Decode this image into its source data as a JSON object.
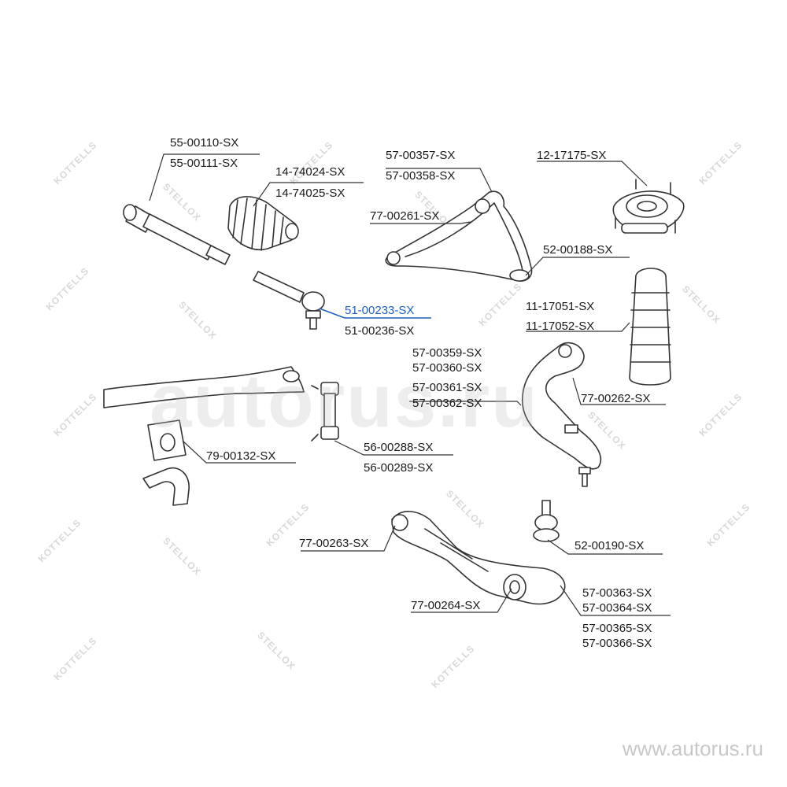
{
  "diagram": {
    "highlight_color": "#1f5fbf",
    "parts": [
      {
        "id": "inner-tie-rod",
        "codes": [
          "55-00110-SX",
          "55-00111-SX"
        ]
      },
      {
        "id": "steering-boot",
        "codes": [
          "14-74024-SX",
          "14-74025-SX"
        ]
      },
      {
        "id": "upper-arm",
        "codes": [
          "57-00357-SX",
          "57-00358-SX"
        ]
      },
      {
        "id": "upper-arm-bushing",
        "codes": [
          "77-00261-SX"
        ]
      },
      {
        "id": "strut-mount",
        "codes": [
          "12-17175-SX"
        ]
      },
      {
        "id": "upper-ball-joint",
        "codes": [
          "52-00188-SX"
        ]
      },
      {
        "id": "tie-rod-end",
        "codes": [
          "51-00233-SX",
          "51-00236-SX"
        ],
        "highlighted": "51-00233-SX"
      },
      {
        "id": "strut-boot",
        "codes": [
          "11-17051-SX",
          "11-17052-SX"
        ]
      },
      {
        "id": "tension-rod",
        "codes": [
          "57-00359-SX",
          "57-00360-SX",
          "57-00361-SX",
          "57-00362-SX"
        ]
      },
      {
        "id": "tension-rod-bushing",
        "codes": [
          "77-00262-SX"
        ]
      },
      {
        "id": "stabilizer-bushing",
        "codes": [
          "79-00132-SX"
        ]
      },
      {
        "id": "stabilizer-link",
        "codes": [
          "56-00288-SX",
          "56-00289-SX"
        ]
      },
      {
        "id": "lower-arm-bushing-front",
        "codes": [
          "77-00263-SX"
        ]
      },
      {
        "id": "lower-ball-joint",
        "codes": [
          "52-00190-SX"
        ]
      },
      {
        "id": "lower-arm-bushing-rear",
        "codes": [
          "77-00264-SX"
        ]
      },
      {
        "id": "lower-arm",
        "codes": [
          "57-00363-SX",
          "57-00364-SX",
          "57-00365-SX",
          "57-00366-SX"
        ]
      }
    ]
  },
  "watermarks": {
    "brand_a": "STELLOX",
    "brand_b": "KOTTELLS",
    "site": "autorus.ru"
  },
  "footer": {
    "url": "www.autorus.ru"
  }
}
